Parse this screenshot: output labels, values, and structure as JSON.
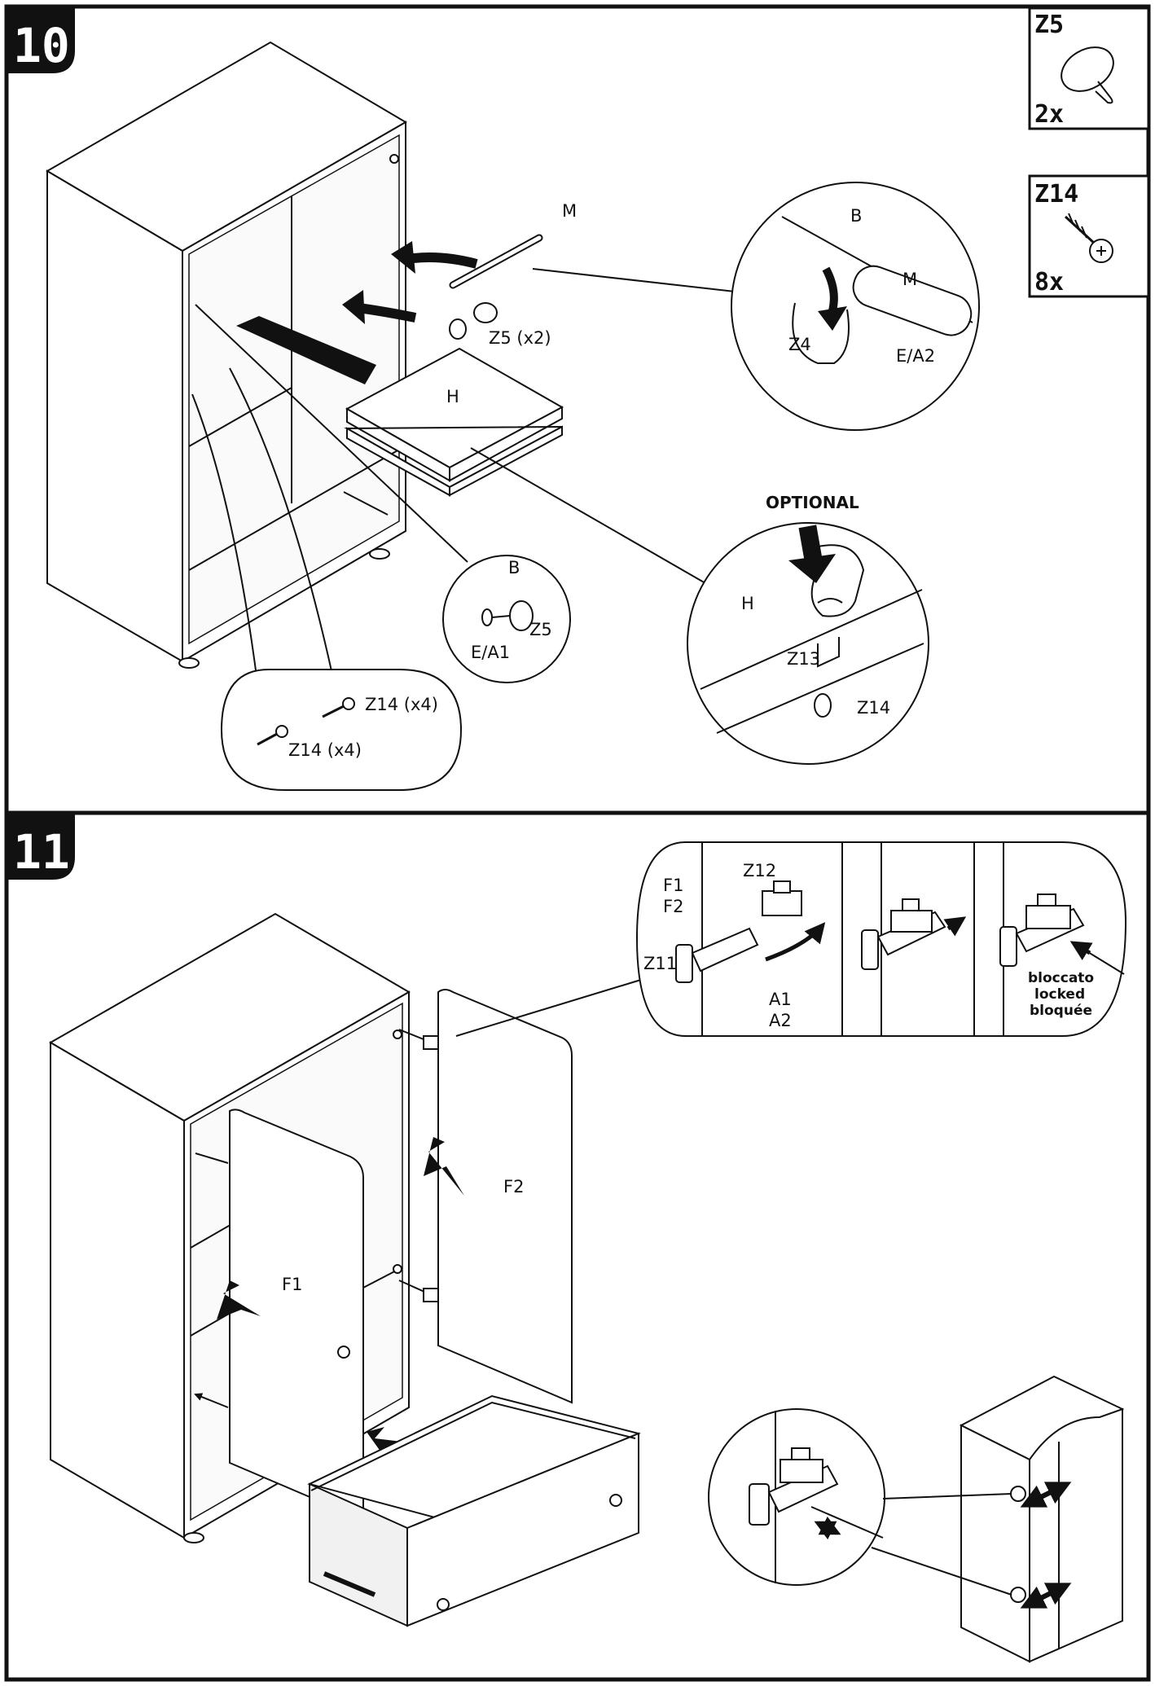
{
  "steps": [
    {
      "number": "10",
      "labels": {
        "M": "M",
        "Z5x2": "Z5 (x2)",
        "H": "H",
        "optional": "OPTIONAL",
        "Z14x4_a": "Z14 (x4)",
        "Z14x4_b": "Z14 (x4)"
      },
      "parts": [
        {
          "id": "Z5",
          "qty": "2x",
          "icon": "knob-icon"
        },
        {
          "id": "Z14",
          "qty": "8x",
          "icon": "screw-icon"
        }
      ],
      "details": {
        "rail": {
          "B": "B",
          "M": "M",
          "Z4": "Z4",
          "EA2": "E/A2"
        },
        "peg": {
          "B": "B",
          "Z5": "Z5",
          "EA1": "E/A1"
        },
        "shelf": {
          "H": "H",
          "Z13": "Z13",
          "Z14": "Z14"
        }
      }
    },
    {
      "number": "11",
      "labels": {
        "F1": "F1",
        "F2": "F2"
      },
      "hinge_detail": {
        "F1": "F1",
        "F2": "F2",
        "Z12": "Z12",
        "Z11": "Z11",
        "A1": "A1",
        "A2": "A2",
        "locked_it": "bloccato",
        "locked_en": "locked",
        "locked_fr": "bloquée"
      }
    }
  ]
}
